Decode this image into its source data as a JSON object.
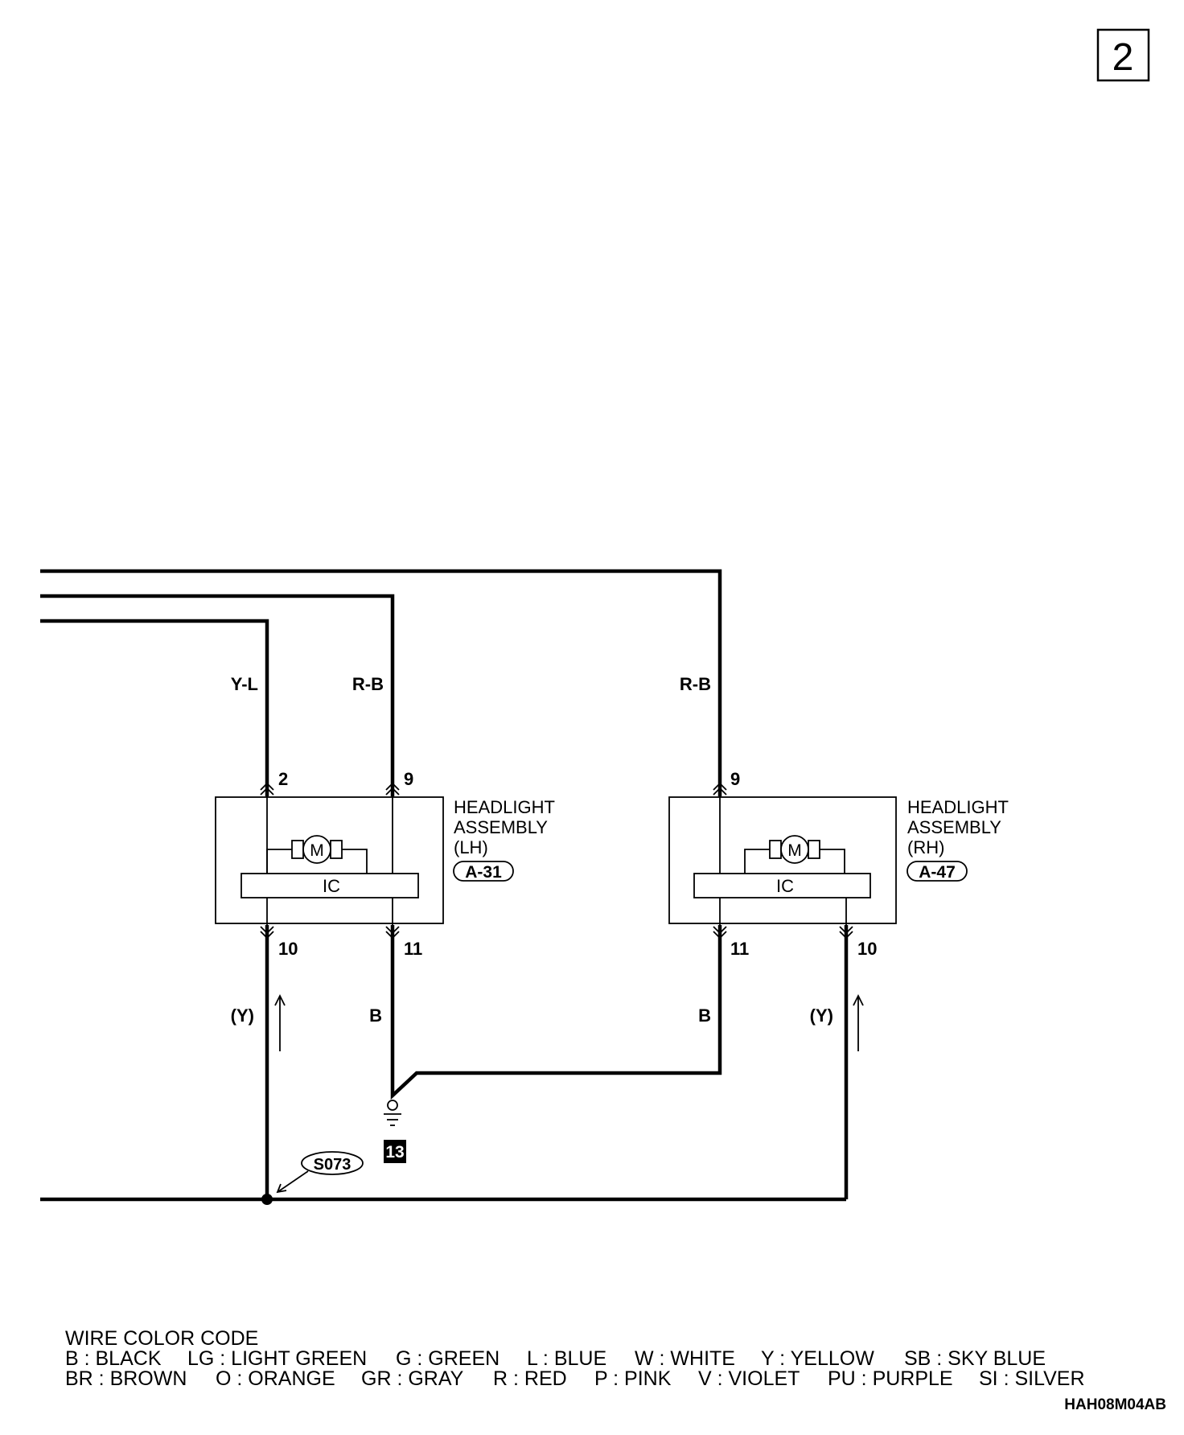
{
  "page_number": "2",
  "wires": {
    "yl": "Y-L",
    "rb_left": "R-B",
    "rb_right": "R-B",
    "y_left": "(Y)",
    "y_right": "(Y)",
    "b_left": "B",
    "b_right": "B"
  },
  "lh": {
    "title_line1": "HEADLIGHT",
    "title_line2": "ASSEMBLY",
    "side": "(LH)",
    "connector": "A-31",
    "ic_label": "IC",
    "motor_label": "M",
    "pin_top_left": "2",
    "pin_top_right": "9",
    "pin_bottom_left": "10",
    "pin_bottom_right": "11"
  },
  "rh": {
    "title_line1": "HEADLIGHT",
    "title_line2": "ASSEMBLY",
    "side": "(RH)",
    "connector": "A-47",
    "ic_label": "IC",
    "motor_label": "M",
    "pin_top": "9",
    "pin_bottom_left": "11",
    "pin_bottom_right": "10"
  },
  "ground_number": "13",
  "splice_label": "S073",
  "legend": {
    "title": "WIRE COLOR CODE",
    "row1": [
      "B : BLACK",
      "LG : LIGHT GREEN",
      "G : GREEN",
      "L : BLUE",
      "W : WHITE",
      "Y : YELLOW",
      "SB : SKY BLUE"
    ],
    "row2": [
      "BR : BROWN",
      "O : ORANGE",
      "GR : GRAY",
      "R : RED",
      "P : PINK",
      "V : VIOLET",
      "PU : PURPLE",
      "SI : SILVER"
    ]
  },
  "figure_code": "HAH08M04AB"
}
